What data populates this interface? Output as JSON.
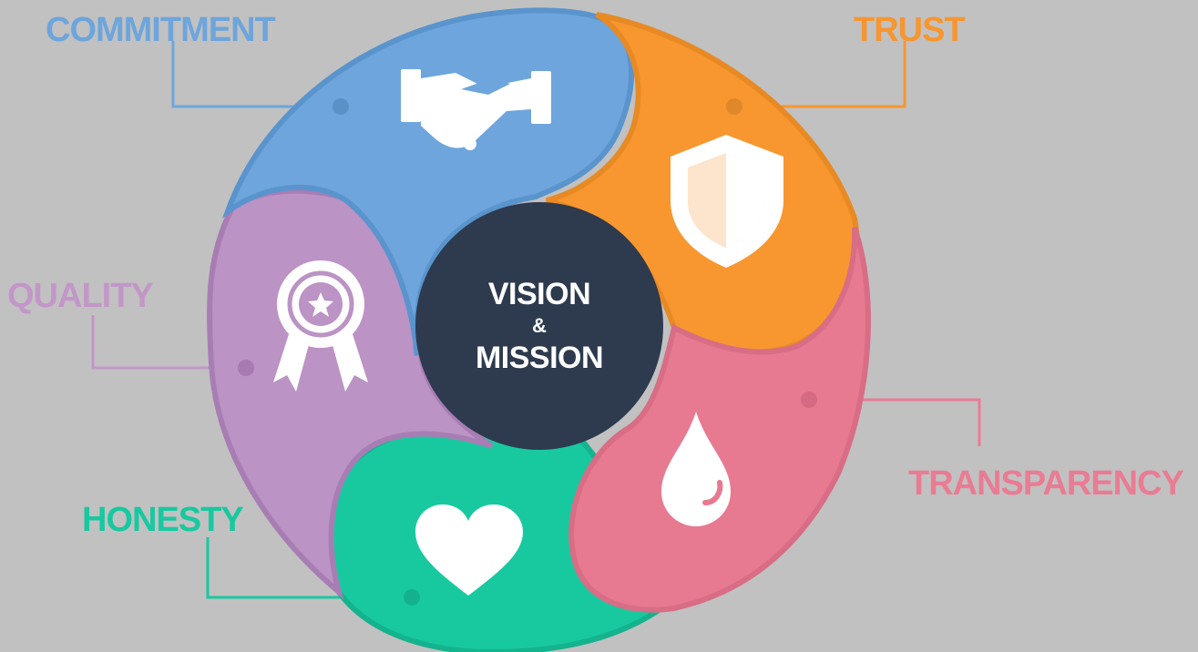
{
  "diagram": {
    "center": {
      "line1": "VISION",
      "line2": "&",
      "line3": "MISSION",
      "color": "#2e3a4e"
    },
    "segments": [
      {
        "key": "commitment",
        "label": "COMMITMENT",
        "color": "#6da5dc",
        "icon": "handshake-icon"
      },
      {
        "key": "trust",
        "label": "TRUST",
        "color": "#f7962f",
        "icon": "shield-icon"
      },
      {
        "key": "transparency",
        "label": "TRANSPARENCY",
        "color": "#e97c93",
        "icon": "water-drop-icon"
      },
      {
        "key": "honesty",
        "label": "HONESTY",
        "color": "#18c9a0",
        "icon": "heart-icon"
      },
      {
        "key": "quality",
        "label": "QUALITY",
        "color": "#c297c8",
        "icon": "award-ribbon-icon"
      }
    ],
    "background": "#c1c1c1"
  }
}
